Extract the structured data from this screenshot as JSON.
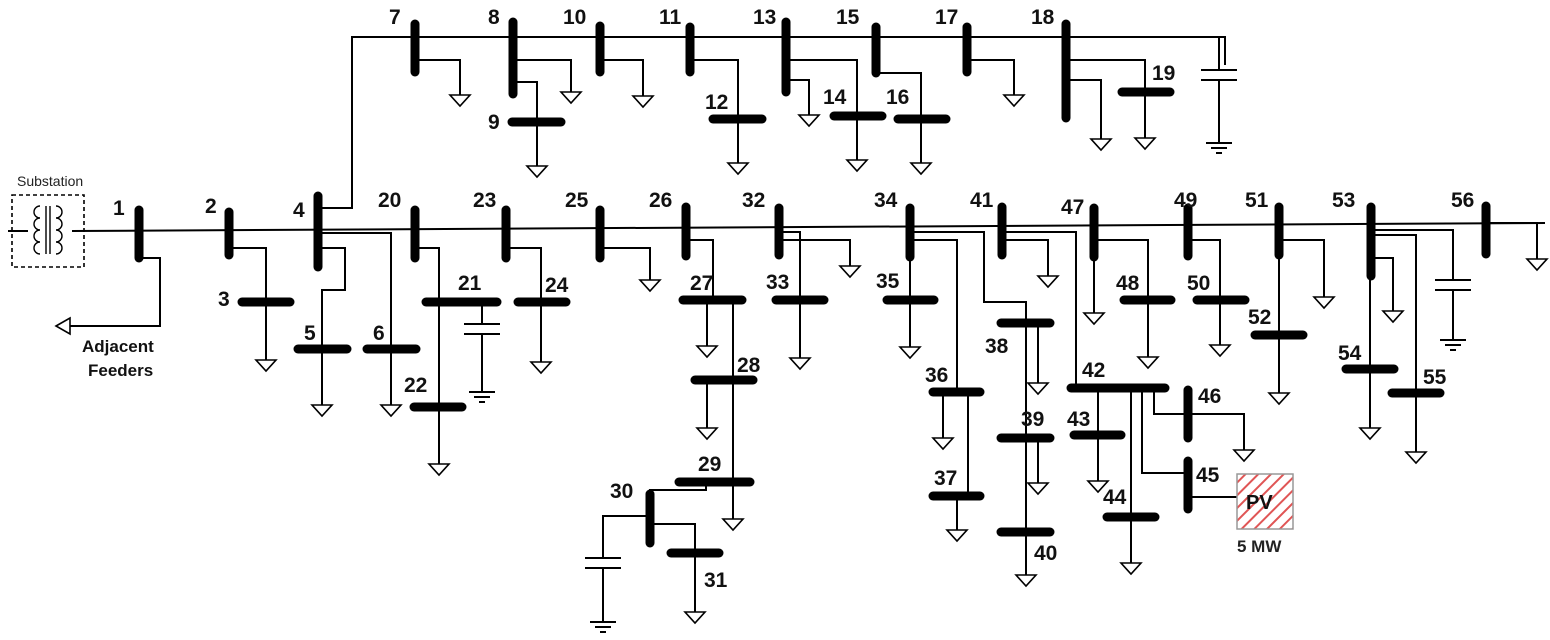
{
  "diagram": {
    "substation_label": "Substation",
    "adjacent_label_line1": "Adjacent",
    "adjacent_label_line2": "Feeders",
    "pv_label": "PV",
    "pv_rating": "5 MW",
    "colors": {
      "line": "#000000",
      "pv_hatch": "#e05555",
      "pv_border": "#999999"
    }
  },
  "buses": [
    "1",
    "2",
    "3",
    "4",
    "5",
    "6",
    "7",
    "8",
    "9",
    "10",
    "11",
    "12",
    "13",
    "14",
    "15",
    "16",
    "17",
    "18",
    "19",
    "20",
    "21",
    "22",
    "23",
    "24",
    "25",
    "26",
    "27",
    "28",
    "29",
    "30",
    "31",
    "32",
    "33",
    "34",
    "35",
    "36",
    "37",
    "38",
    "39",
    "40",
    "41",
    "42",
    "43",
    "44",
    "45",
    "46",
    "47",
    "48",
    "49",
    "50",
    "51",
    "52",
    "53",
    "54",
    "55",
    "56"
  ]
}
